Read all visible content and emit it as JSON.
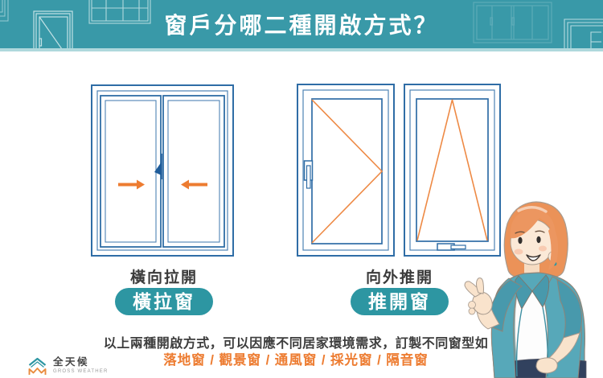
{
  "header": {
    "title": "窗戶分哪二種開啟方式？"
  },
  "sections": {
    "sliding": {
      "caption": "橫向拉開",
      "badge": "橫拉窗"
    },
    "casement": {
      "caption": "向外推開",
      "badge": "推開窗"
    }
  },
  "footer": {
    "line1": "以上兩種開啟方式，可以因應不同居家環境需求，訂製不同窗型如",
    "line2": "落地窗 / 觀景窗 / 通風窗 / 採光窗 / 隔音窗"
  },
  "logo": {
    "brand": "全天候",
    "subbrand": "GROSS WEATHER"
  },
  "colors": {
    "header_teal": "#3999A8",
    "header_strip": "#AFD8DC",
    "badge_teal": "#2D96A2",
    "accent_orange": "#ED7C31",
    "diagonal_orange": "#EE8A45",
    "window_blue": "#2F6DA6",
    "window_blue_light": "#4E83B4",
    "latch_blue": "#1D5B99",
    "text_dark": "#3D3D3D"
  }
}
